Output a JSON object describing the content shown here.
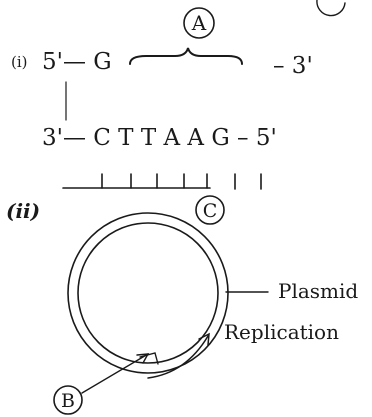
{
  "part_i": {
    "number": "(i)",
    "top_strand": {
      "left_end": "5'— G",
      "right_end": "– 3'"
    },
    "bottom_strand": "3'— C T T A A G – 5'",
    "label_a": "A",
    "label_c": "C"
  },
  "part_ii": {
    "number": "(ii)",
    "label_plasmid": "Plasmid",
    "label_replication": "Replication",
    "label_b": "B"
  }
}
